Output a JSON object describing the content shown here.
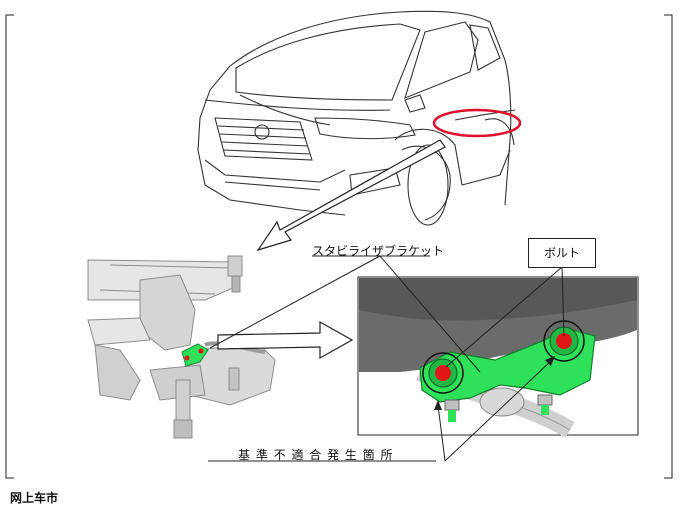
{
  "labels": {
    "stabilizer_bracket": "スタビライザブラケット",
    "bolt": "ボルト",
    "defect_location": "基 準 不 適 合 発 生 箇 所"
  },
  "watermark": "网上车市",
  "colors": {
    "highlight_ring": "#e0102a",
    "bracket_green": "#2ee05a",
    "bolt_red": "#e01818",
    "line": "#222222",
    "part_gray": "#bfbfbf"
  },
  "icons": {
    "car": "car-illustration",
    "subframe": "suspension-subframe-illustration",
    "detail": "stabilizer-bracket-detail-illustration"
  }
}
